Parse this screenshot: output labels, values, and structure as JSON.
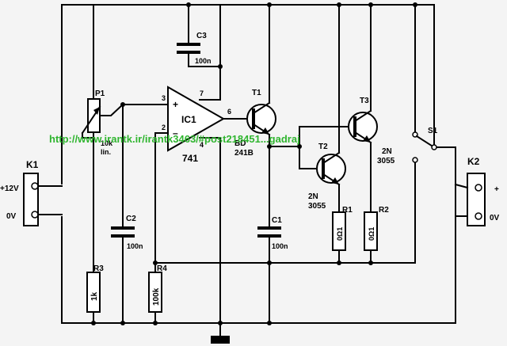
{
  "components": {
    "p1": {
      "ref": "P1",
      "value": "10k",
      "taper": "lin."
    },
    "c3": {
      "ref": "C3",
      "value": "100n"
    },
    "ic1": {
      "ref": "IC1",
      "part": "741",
      "pin_plus": "+",
      "pin_minus": "–",
      "pin3": "3",
      "pin2": "2",
      "pin7": "7",
      "pin6": "6",
      "pin4": "4"
    },
    "t1": {
      "ref": "T1",
      "part_line1": "BD",
      "part_line2": "241B"
    },
    "t2": {
      "ref": "T2",
      "part_line1": "2N",
      "part_line2": "3055"
    },
    "t3": {
      "ref": "T3",
      "part_line1": "2N",
      "part_line2": "3055"
    },
    "s1": {
      "ref": "S1"
    },
    "k1": {
      "ref": "K1",
      "top": "+12V",
      "bottom": "0V"
    },
    "k2": {
      "ref": "K2",
      "top": "+",
      "bottom": "0V"
    },
    "c2": {
      "ref": "C2",
      "value": "100n"
    },
    "c1": {
      "ref": "C1",
      "value": "100n"
    },
    "r1": {
      "ref": "R1",
      "value": "0Ω1"
    },
    "r2": {
      "ref": "R2",
      "value": "0Ω1"
    },
    "r3": {
      "ref": "R3",
      "value": "1k"
    },
    "r4": {
      "ref": "R4",
      "value": "100k"
    }
  },
  "watermark_url": "http://www.irantk.ir/irantk3463/#post218451...gadraj",
  "colors": {
    "watermark": "#2fb52f",
    "wire": "#000000",
    "background": "#f4f4f4"
  }
}
